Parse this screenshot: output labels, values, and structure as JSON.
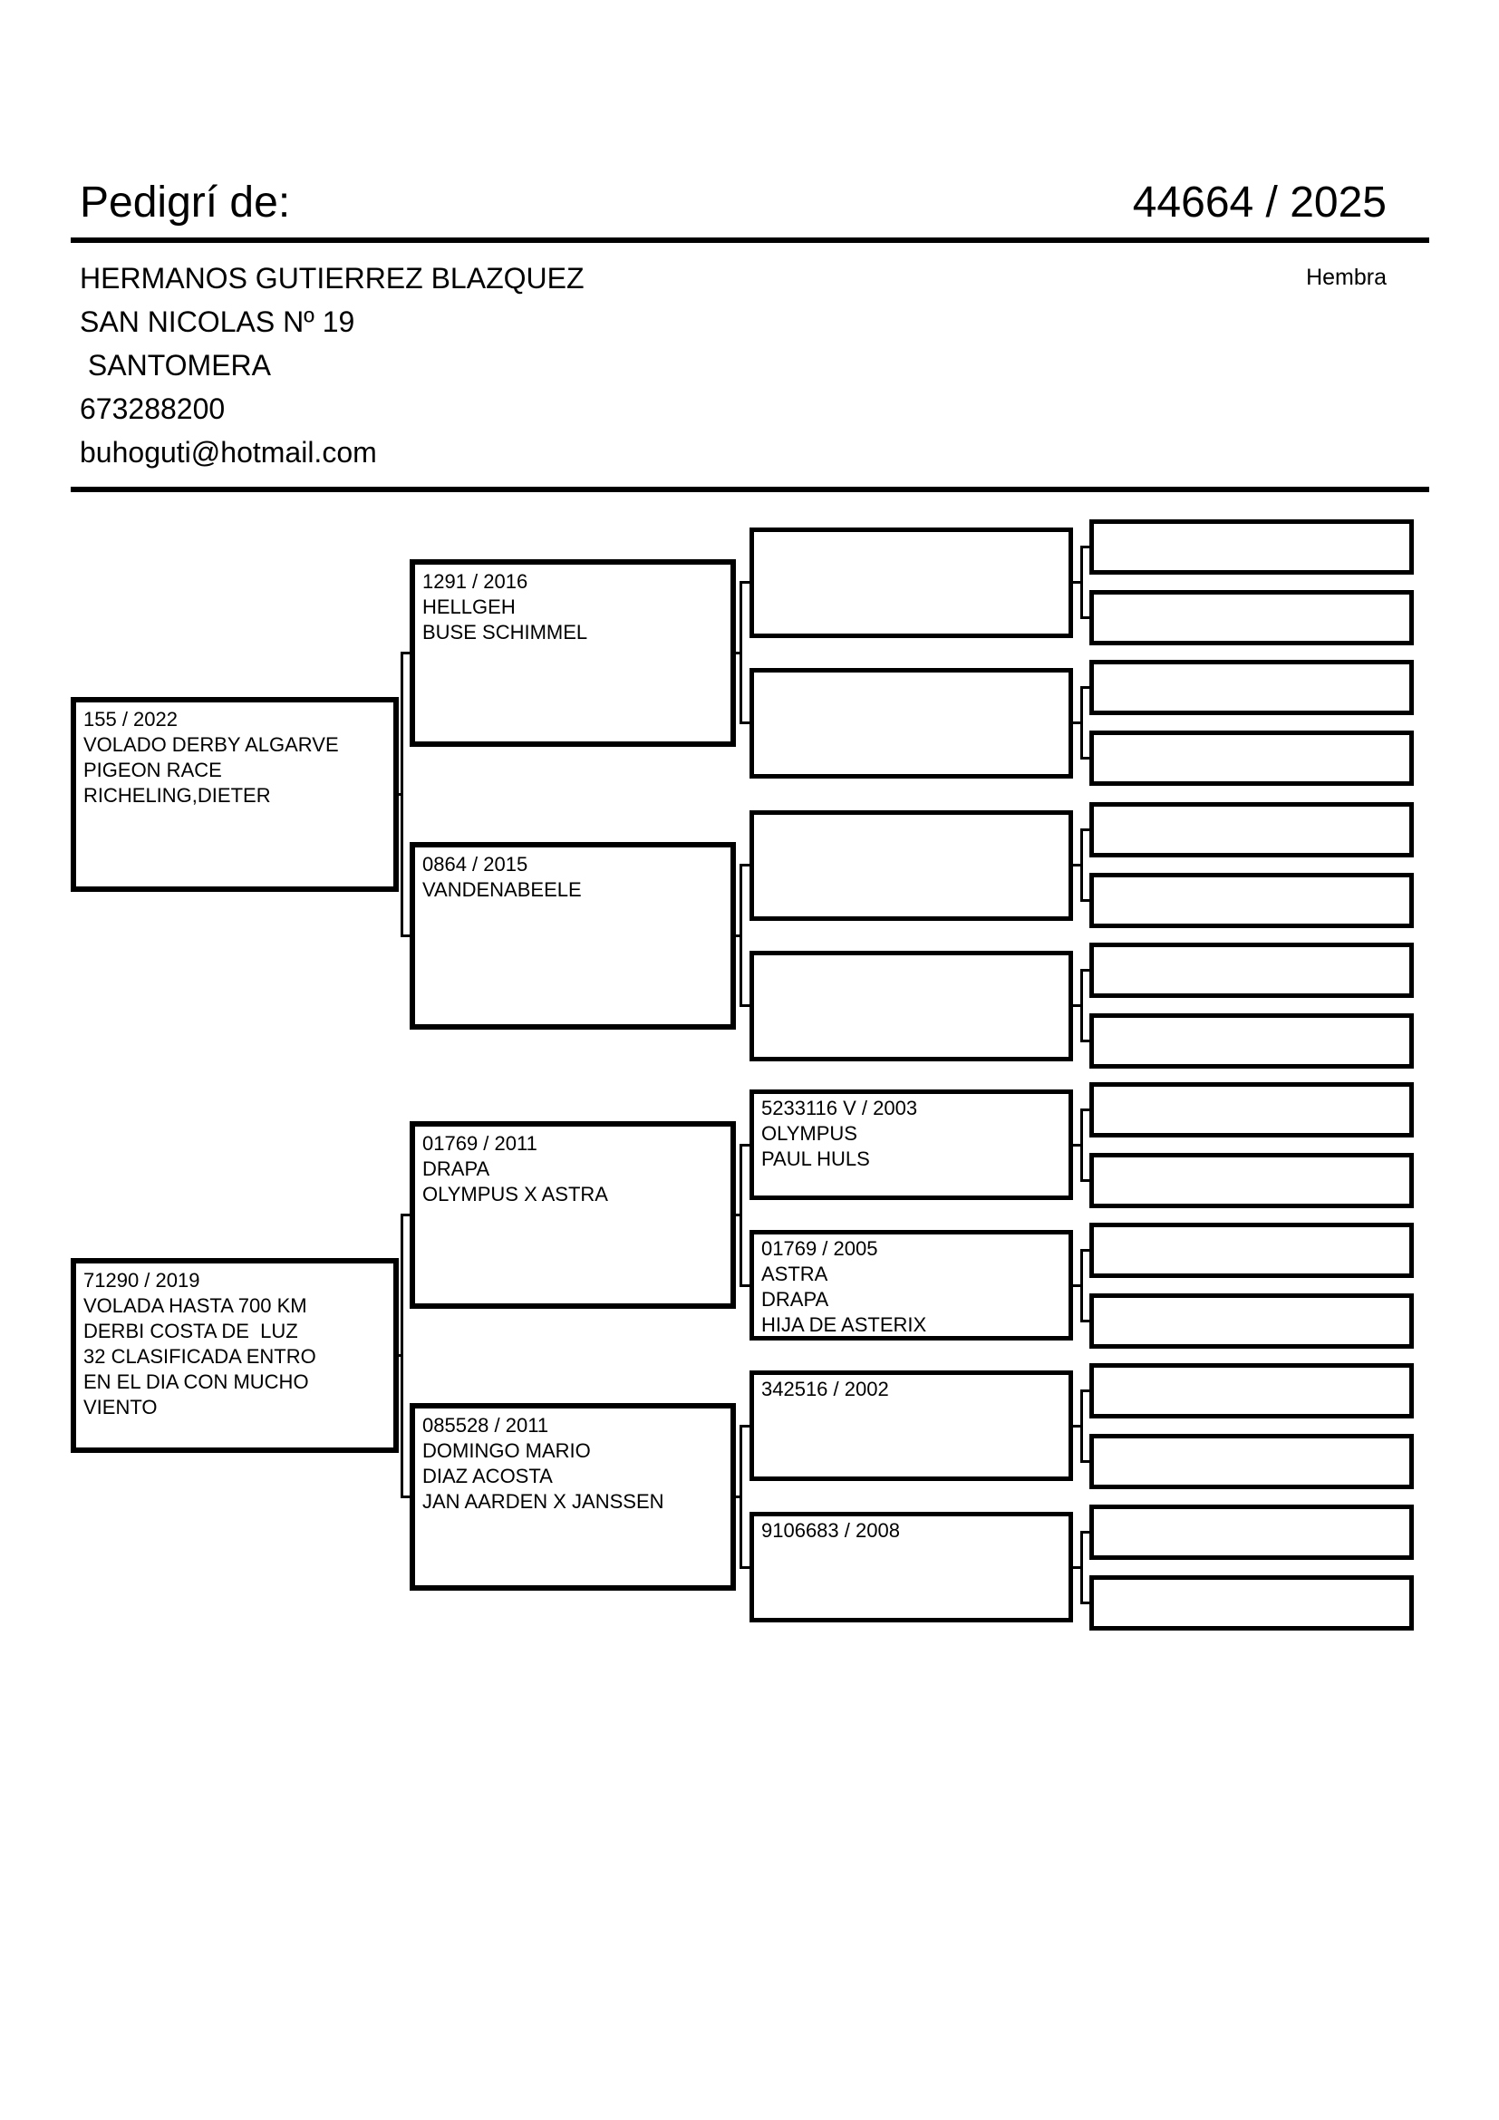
{
  "header": {
    "title": "Pedigrí de:",
    "ring_number": "44664 / 2025"
  },
  "owner": {
    "name": "HERMANOS GUTIERREZ BLAZQUEZ",
    "address": "SAN NICOLAS Nº 19",
    "city": " SANTOMERA",
    "phone": "673288200",
    "email": "buhoguti@hotmail.com",
    "sex": "Hembra"
  },
  "tree": {
    "gen1": [
      {
        "lines": [
          "155 / 2022",
          "VOLADO DERBY ALGARVE",
          "PIGEON RACE",
          "RICHELING,DIETER"
        ]
      },
      {
        "lines": [
          "71290 / 2019",
          "VOLADA HASTA 700 KM",
          "DERBI COSTA DE  LUZ",
          "32 CLASIFICADA ENTRO",
          "EN EL DIA CON MUCHO",
          "VIENTO"
        ]
      }
    ],
    "gen2": [
      {
        "lines": [
          "1291 / 2016",
          "HELLGEH",
          "BUSE SCHIMMEL"
        ]
      },
      {
        "lines": [
          "0864 / 2015",
          "VANDENABEELE"
        ]
      },
      {
        "lines": [
          "01769 / 2011",
          "DRAPA",
          "OLYMPUS X ASTRA"
        ]
      },
      {
        "lines": [
          "085528 / 2011",
          "DOMINGO MARIO",
          "DIAZ ACOSTA",
          "JAN AARDEN X JANSSEN"
        ]
      }
    ],
    "gen3": [
      {
        "lines": []
      },
      {
        "lines": []
      },
      {
        "lines": []
      },
      {
        "lines": []
      },
      {
        "lines": [
          "5233116 V / 2003",
          "OLYMPUS",
          "PAUL HULS"
        ]
      },
      {
        "lines": [
          "01769 / 2005",
          "ASTRA",
          "DRAPA",
          "HIJA DE ASTERIX"
        ]
      },
      {
        "lines": [
          "342516 / 2002"
        ]
      },
      {
        "lines": [
          "9106683 / 2008"
        ]
      }
    ],
    "gen4": [
      {
        "lines": []
      },
      {
        "lines": []
      },
      {
        "lines": []
      },
      {
        "lines": []
      },
      {
        "lines": []
      },
      {
        "lines": []
      },
      {
        "lines": []
      },
      {
        "lines": []
      },
      {
        "lines": []
      },
      {
        "lines": []
      },
      {
        "lines": []
      },
      {
        "lines": []
      },
      {
        "lines": []
      },
      {
        "lines": []
      },
      {
        "lines": []
      },
      {
        "lines": []
      }
    ]
  }
}
